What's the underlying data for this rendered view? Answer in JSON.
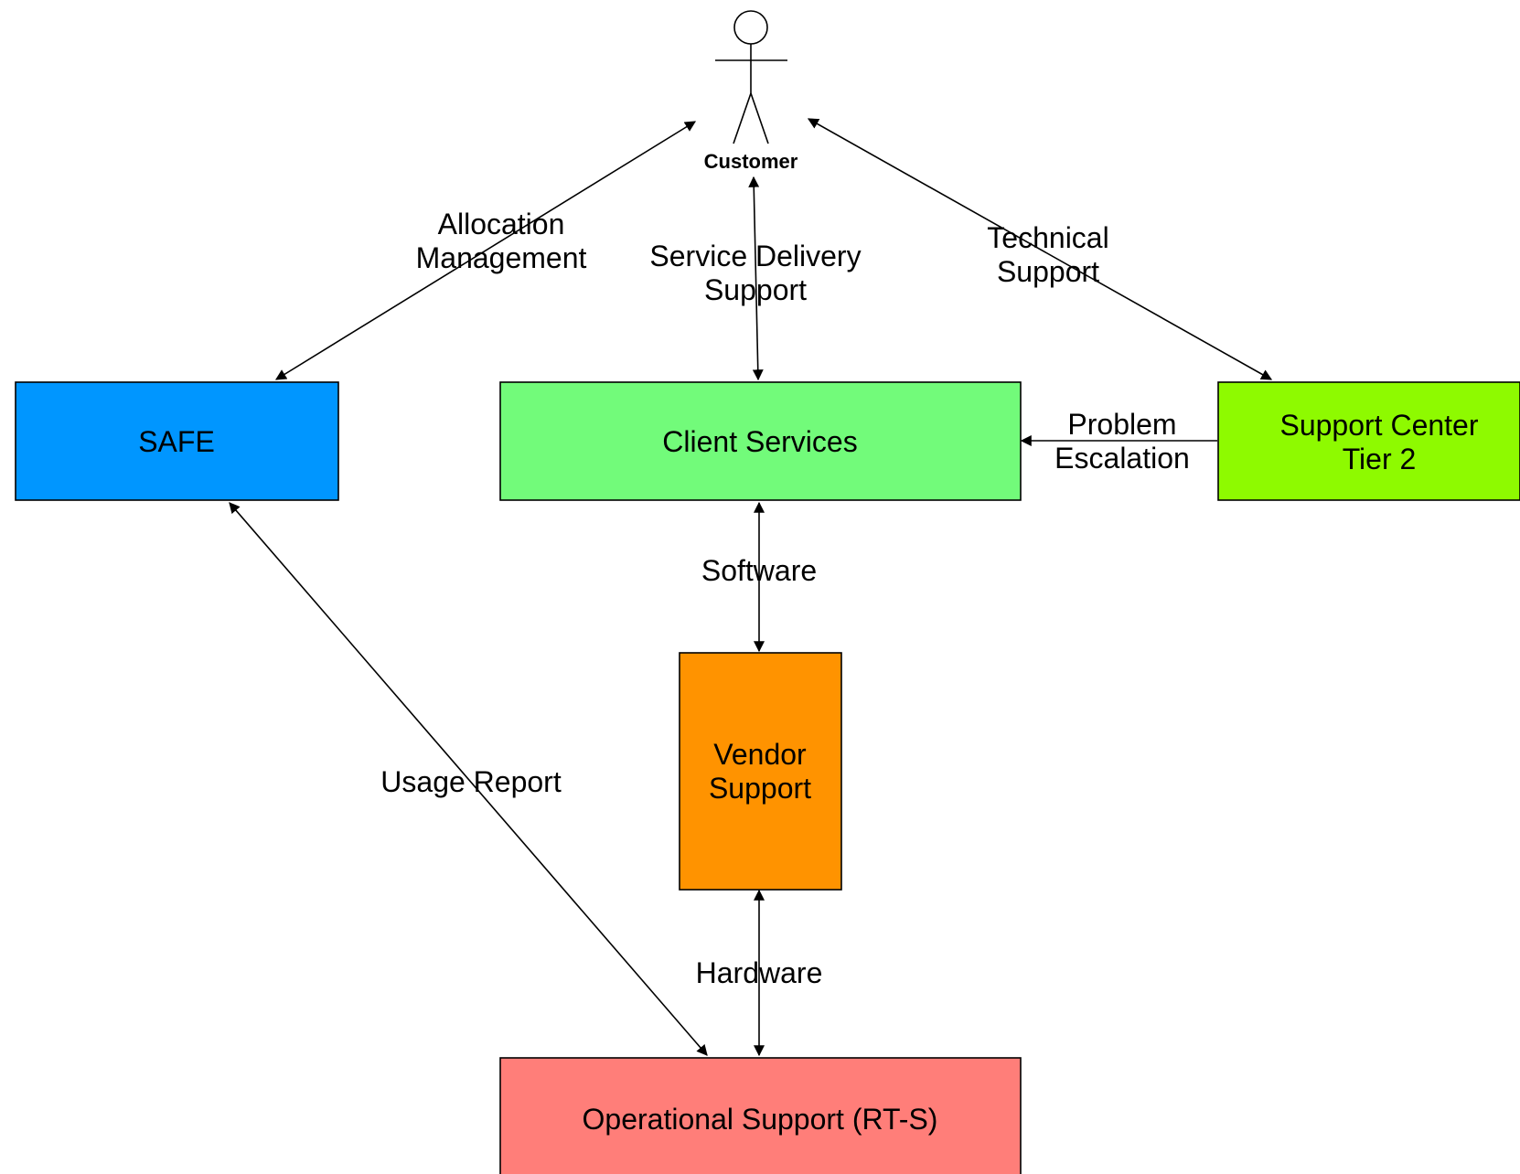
{
  "diagram": {
    "actor": {
      "label": "Customer"
    },
    "nodes": {
      "safe": {
        "label": "SAFE",
        "color": "#0096FF"
      },
      "client_services": {
        "label": "Client Services",
        "color": "#72FB7A"
      },
      "support_center": {
        "label_line1": "Support Center",
        "label_line2": "Tier 2",
        "color": "#8EFA00"
      },
      "vendor_support": {
        "label_line1": "Vendor",
        "label_line2": "Support",
        "color": "#FF9300"
      },
      "operational_support": {
        "label": "Operational Support (RT-S)",
        "color": "#FF7E79"
      }
    },
    "edges": {
      "allocation": {
        "line1": "Allocation",
        "line2": "Management"
      },
      "service_delivery": {
        "line1": "Service Delivery",
        "line2": "Support"
      },
      "technical": {
        "line1": "Technical",
        "line2": "Support"
      },
      "problem": {
        "line1": "Problem",
        "line2": "Escalation"
      },
      "software": {
        "label": "Software"
      },
      "hardware": {
        "label": "Hardware"
      },
      "usage": {
        "label": "Usage Report"
      }
    }
  }
}
